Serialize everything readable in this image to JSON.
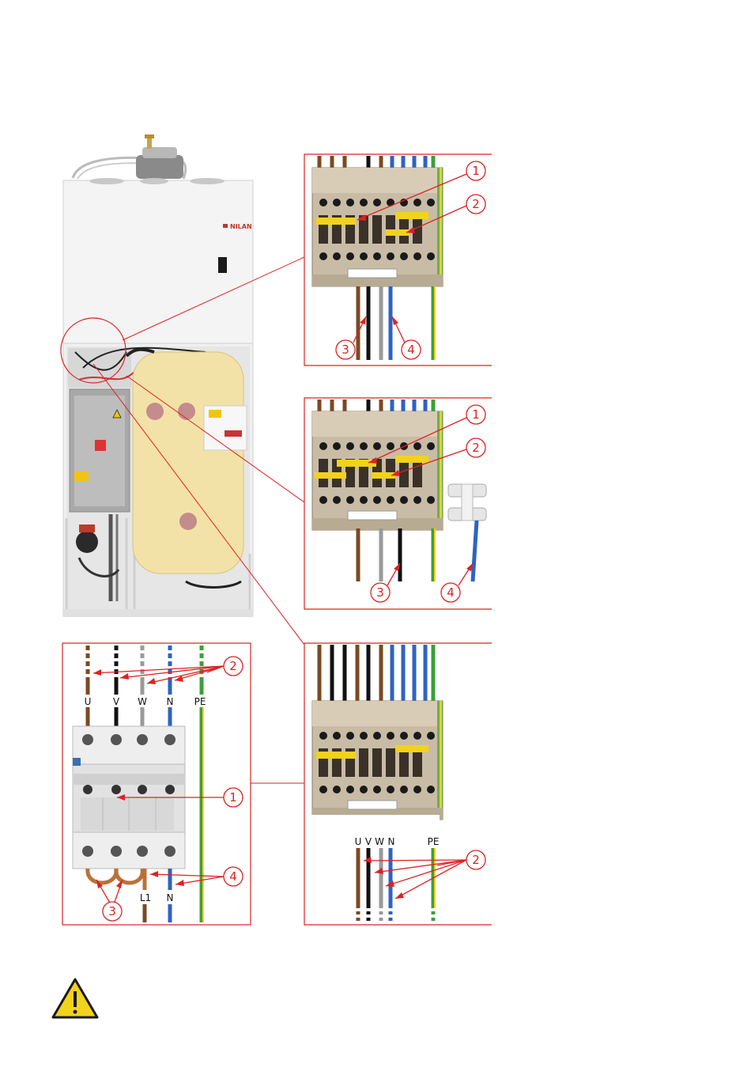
{
  "unit": {
    "brand": "NILAN"
  },
  "callouts": {
    "one": "1",
    "two": "2",
    "three": "3",
    "four": "4"
  },
  "terminal_labels": {
    "u": "U",
    "v": "V",
    "w": "W",
    "n": "N",
    "pe": "PE",
    "l1": "L1"
  },
  "colors": {
    "callout_red": "#d22222",
    "brown_wire": "#7a4a22",
    "black_wire": "#111111",
    "grey_wire": "#9a9a9a",
    "blue_wire": "#2e63c4",
    "green_wire": "#3aa03a",
    "yellow_wire": "#f2d21b",
    "tank_insulation": "#f3e2a8"
  },
  "icons": {
    "warning": "warning-triangle-icon"
  }
}
